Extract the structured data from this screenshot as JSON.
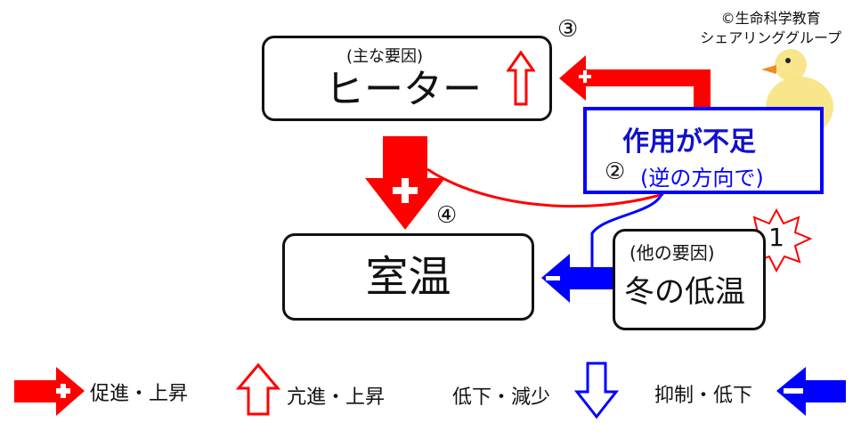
{
  "copyright": {
    "line1": "©生命科学教育",
    "line2": "シェアリンググループ"
  },
  "heater": {
    "label": "ヒーター",
    "sub": "(主な要因)",
    "step": "③"
  },
  "room": {
    "label": "室温",
    "step": "④"
  },
  "insufficient": {
    "title": "作用が不足",
    "step": "②",
    "sub": "(逆の方向で)"
  },
  "winter": {
    "label": "冬の低温",
    "sub": "(他の要因)",
    "step": "1"
  },
  "legend": {
    "promote": "促進・上昇",
    "enhance": "亢進・上昇",
    "decrease": "低下・減少",
    "inhibit": "抑制・低下"
  },
  "colors": {
    "red": "#ff0000",
    "blue": "#0000ff",
    "dark_blue": "#1010cc"
  }
}
